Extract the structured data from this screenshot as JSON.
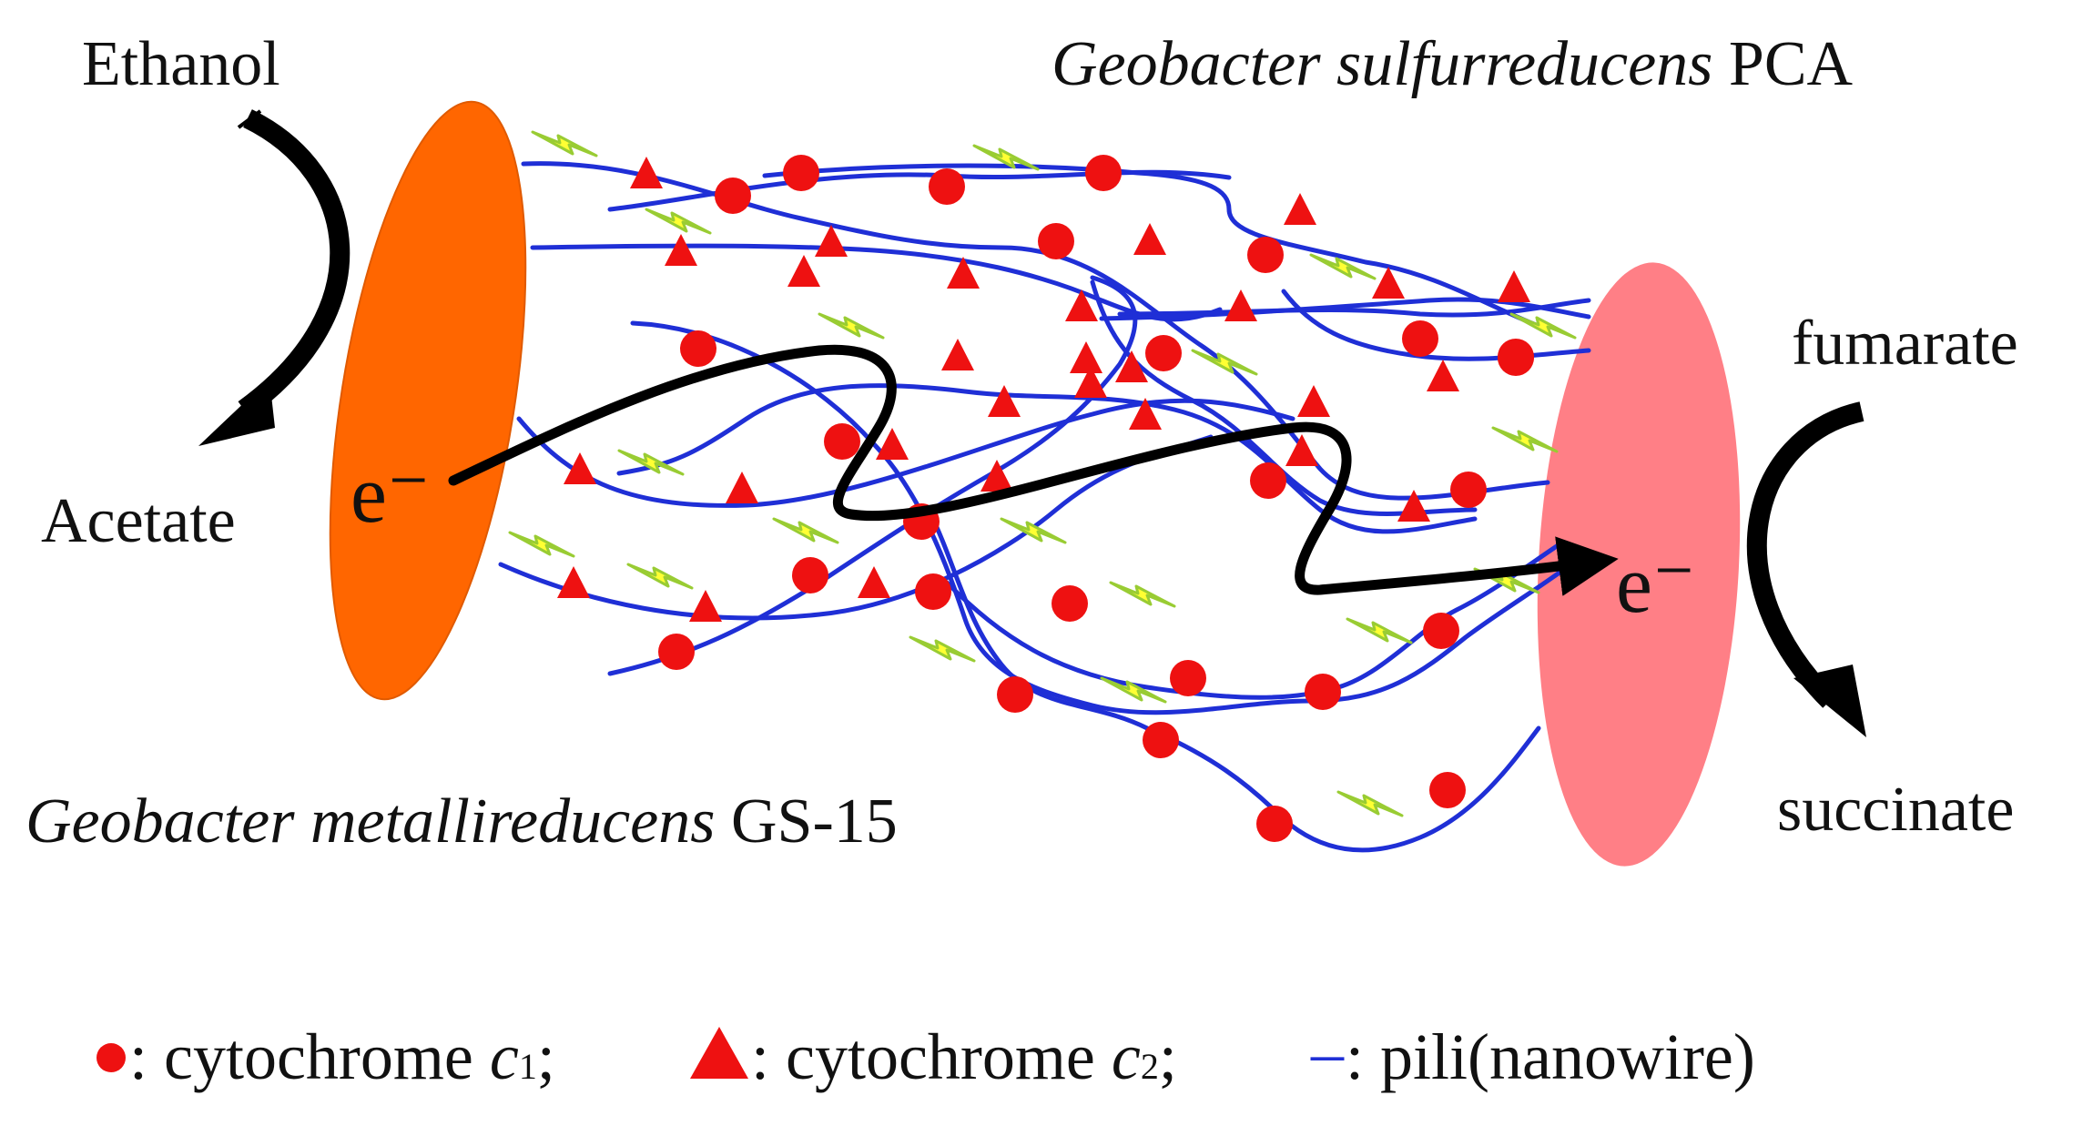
{
  "labels": {
    "ethanol": "Ethanol",
    "acetate": "Acetate",
    "fumarate": "fumarate",
    "succinate": "succinate",
    "electron": "e⁻",
    "donor_species": "Geobacter metallireducens",
    "donor_strain": "GS-15",
    "acceptor_species": "Geobacter sulfurreducens",
    "acceptor_strain": "PCA"
  },
  "legend": {
    "c1_text": ": cytochrome ",
    "c1_symbol": "c",
    "c1_sub": "1",
    "c1_end": "; ",
    "c2_text": ": cytochrome ",
    "c2_symbol": "c",
    "c2_sub": "2",
    "c2_end": "; ",
    "pili_marker": "–",
    "pili_text": ": pili(nanowire)"
  },
  "colors": {
    "donor_cell": "#ff6600",
    "acceptor_cell": "#ff7f86",
    "pili": "#1f2fd6",
    "cytochrome": "#ee1111",
    "lightning": "#ffff33",
    "lightning_edge": "#99cc33",
    "arrow": "#000000"
  }
}
